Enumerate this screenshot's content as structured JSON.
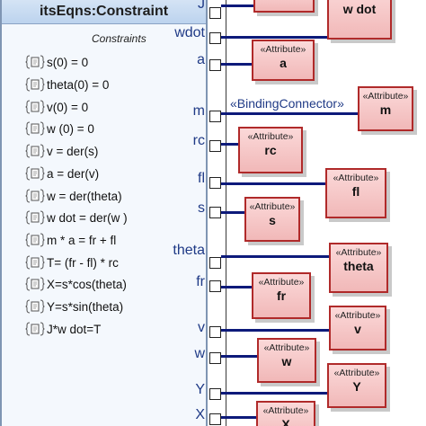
{
  "block": {
    "title": "itsEqns:Constraint",
    "compartment_label": "Constraints",
    "constraints": [
      "s(0) = 0",
      "theta(0) = 0",
      "v(0) = 0",
      "w (0) = 0",
      "v = der(s)",
      "a = der(v)",
      "w  = der(theta)",
      "w dot = der(w )",
      "m * a = fr + fl",
      "T= (fr - fl) * rc",
      "X=s*cos(theta)",
      "Y=s*sin(theta)",
      "J*w dot=T"
    ]
  },
  "ports": [
    "J",
    "wdot",
    "a",
    "m",
    "rc",
    "fl",
    "s",
    "theta",
    "fr",
    "v",
    "w",
    "Y",
    "X"
  ],
  "stereotype": "«Attribute»",
  "attributes": [
    "",
    "w dot",
    "a",
    "m",
    "rc",
    "fl",
    "s",
    "theta",
    "fr",
    "v",
    "w",
    "Y",
    "X"
  ],
  "connector_label": "«BindingConnector»",
  "colors": {
    "block_fill": "#f4f8fd",
    "block_border": "#7f95b3",
    "attribute_fill": "#f4c6c6",
    "attribute_border": "#b02a2a",
    "connector": "#0d1a7a",
    "port_label": "#1f3a86"
  }
}
